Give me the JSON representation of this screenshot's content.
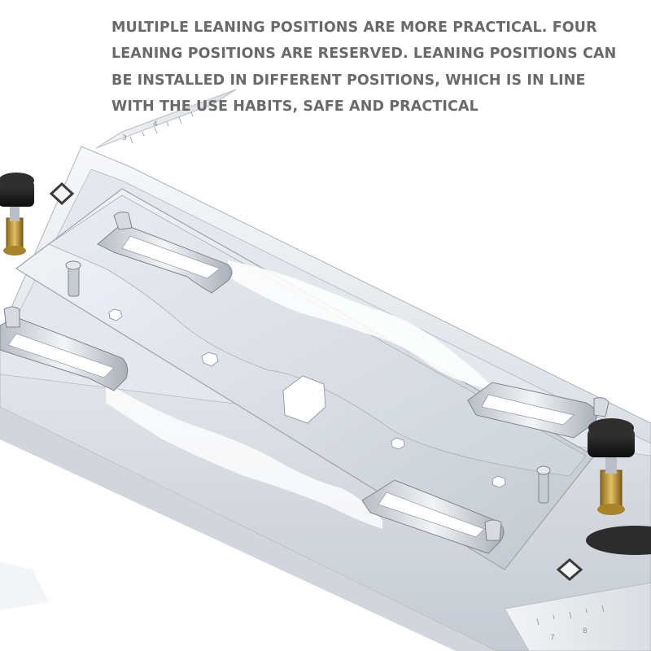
{
  "caption": {
    "lines": [
      "MULTIPLE LEANING POSITIONS ARE MORE PRACTICAL. FOUR",
      "LEANING POSITIONS ARE RESERVED. LEANING POSITIONS CAN",
      "BE INSTALLED IN DIFFERENT POSITIONS, WHICH IS IN LINE",
      "WITH THE USE HABITS, SAFE AND PRACTICAL"
    ]
  },
  "colors": {
    "caption_text": "#6a6a6a",
    "steel_light": "#eef0f3",
    "steel_mid": "#c9ced6",
    "steel_dark": "#8f96a1",
    "knob": "#1b1b1b",
    "brass": "#c9a23a"
  },
  "ruler_marks": {
    "top_left": [
      "3",
      "4"
    ],
    "bottom_right": [
      "7",
      "8"
    ]
  }
}
